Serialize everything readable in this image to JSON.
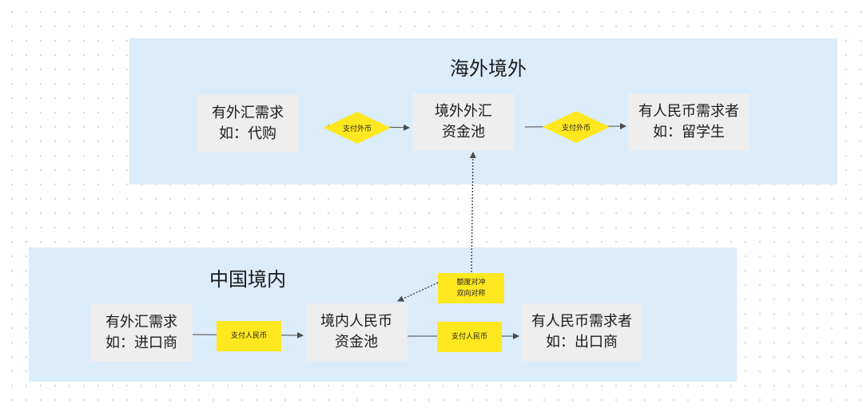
{
  "regions": {
    "overseas": {
      "title": "海外境外",
      "color": "#dbecfb"
    },
    "domestic": {
      "title": "中国境内",
      "color": "#dbecfb"
    }
  },
  "nodes": {
    "overseas_fx_demand": {
      "line1": "有外汇需求",
      "line2": "如：代购"
    },
    "overseas_fx_pool": {
      "line1": "境外外汇",
      "line2": "资金池"
    },
    "overseas_rmb_demand": {
      "line1": "有人民币需求者",
      "line2": "如：留学生"
    },
    "domestic_fx_demand": {
      "line1": "有外汇需求",
      "line2": "如：进口商"
    },
    "domestic_rmb_pool": {
      "line1": "境内人民币",
      "line2": "资金池"
    },
    "domestic_rmb_demand": {
      "line1": "有人民币需求者",
      "line2": "如：出口商"
    }
  },
  "edge_labels": {
    "pay_fx_1": "支付外币",
    "pay_fx_2": "支付外币",
    "pay_rmb_1": "支付人民币",
    "pay_rmb_2": "支付人民币",
    "quota_line1": "额度对冲",
    "quota_line2": "双向对称"
  },
  "colors": {
    "label_fill": "#ffe81f",
    "node_fill": "#eeeeee",
    "edge": "#4a4a4a"
  }
}
